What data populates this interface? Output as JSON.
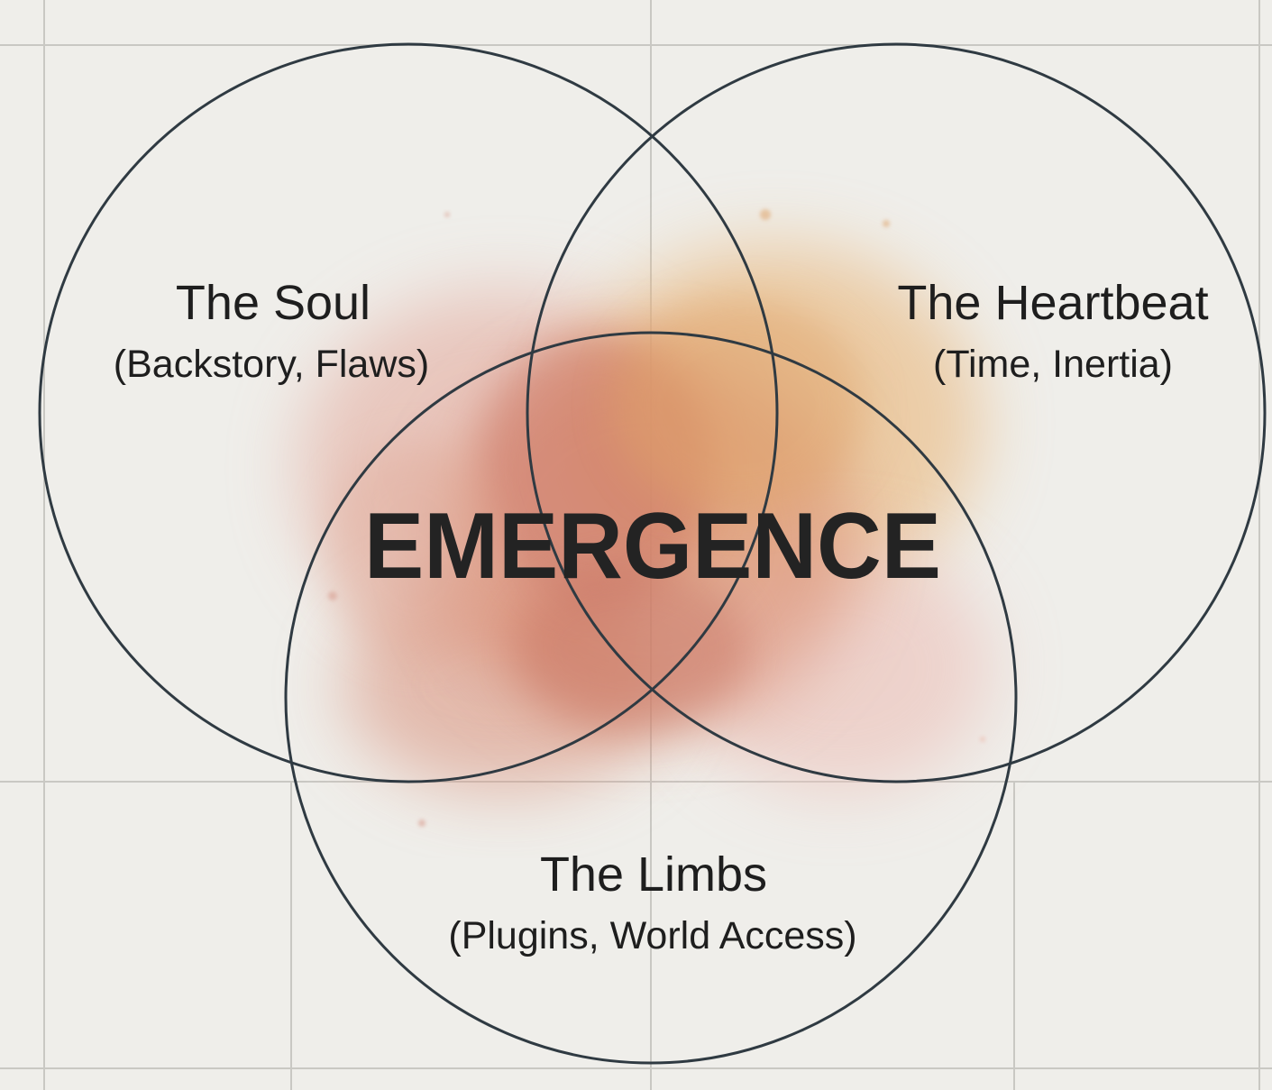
{
  "diagram": {
    "center_label": "EMERGENCE",
    "circles": [
      {
        "id": "soul",
        "title": "The Soul",
        "subtitle": "(Backstory, Flaws)"
      },
      {
        "id": "heartbeat",
        "title": "The Heartbeat",
        "subtitle": "(Time, Inertia)"
      },
      {
        "id": "limbs",
        "title": "The Limbs",
        "subtitle": "(Plugins, World Access)"
      }
    ]
  },
  "colors": {
    "background": "#efeeea",
    "grid_line": "#c9c8c3",
    "circle_stroke": "#2f3a42",
    "text": "#1e1e1e",
    "watercolor_red": "#c9705e",
    "watercolor_orange": "#e0a46a",
    "watercolor_pink": "#e8b6ad"
  }
}
